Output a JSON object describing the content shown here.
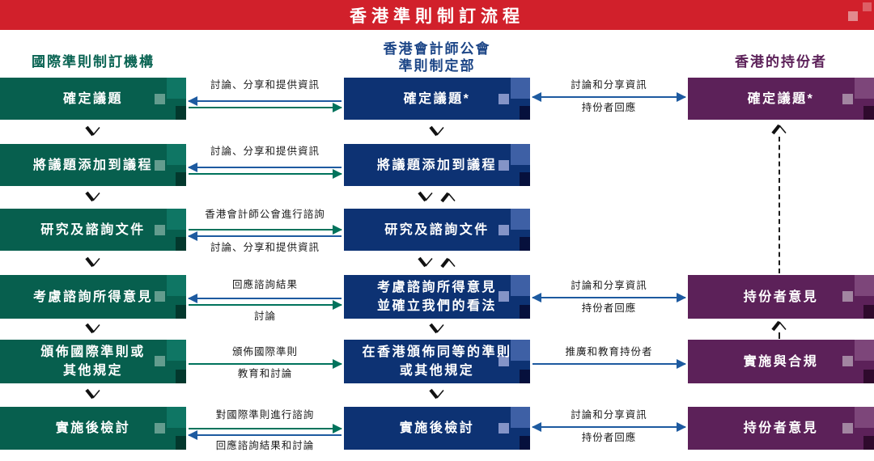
{
  "title": "香港準則制訂流程",
  "colors": {
    "title_bar": "#d1202b",
    "green_box": "#075f4e",
    "navy_box": "#0d3273",
    "purple_box": "#5c2159",
    "green_arrow": "#00735c",
    "blue_arrow": "#1d5aa0"
  },
  "icons": {
    "chevron-down": "v-shaped flow chevron (black)",
    "chevron-up": "^-shaped flow chevron (black)",
    "dotted-arrow-up": "vertical dashed line with up chevron",
    "arrow-left": "←",
    "arrow-right": "→",
    "arrow-both": "↔"
  },
  "columns": {
    "left": {
      "header": "國際準則制訂機構",
      "boxes": [
        "確定議題",
        "將議題添加到議程",
        "研究及諮詢文件",
        "考慮諮詢所得意見",
        "頒佈國際準則或\n其他規定",
        "實施後檢討"
      ]
    },
    "middle": {
      "header": "香港會計師公會\n準則制定部",
      "boxes": [
        "確定議題*",
        "將議題添加到議程",
        "研究及諮詢文件",
        "考慮諮詢所得意見\n並確立我們的看法",
        "在香港頒佈同等的準則\n或其他規定",
        "實施後檢討"
      ]
    },
    "right": {
      "header": "香港的持份者",
      "boxes": [
        "確定議題*",
        "持份者意見",
        "實施與合規",
        "持份者意見"
      ]
    }
  },
  "connectors": {
    "lm1": {
      "label": "討論、分享和提供資訊"
    },
    "lm2": {
      "label": "討論、分享和提供資訊"
    },
    "lm3": {
      "top": "香港會計師公會進行諮詢",
      "bottom": "討論、分享和提供資訊"
    },
    "lm4": {
      "top": "回應諮詢結果",
      "bottom": "討論"
    },
    "lm5": {
      "top": "頒佈國際準則",
      "bottom": "教育和討論"
    },
    "lm6": {
      "top": "對國際準則進行諮詢",
      "bottom": "回應諮詢結果和討論"
    },
    "mr1": {
      "top": "討論和分享資訊",
      "bottom": "持份者回應"
    },
    "mr4": {
      "top": "討論和分享資訊",
      "bottom": "持份者回應"
    },
    "mr5": {
      "label": "推廣和教育持份者"
    },
    "mr6": {
      "top": "討論和分享資訊",
      "bottom": "持份者回應"
    }
  }
}
